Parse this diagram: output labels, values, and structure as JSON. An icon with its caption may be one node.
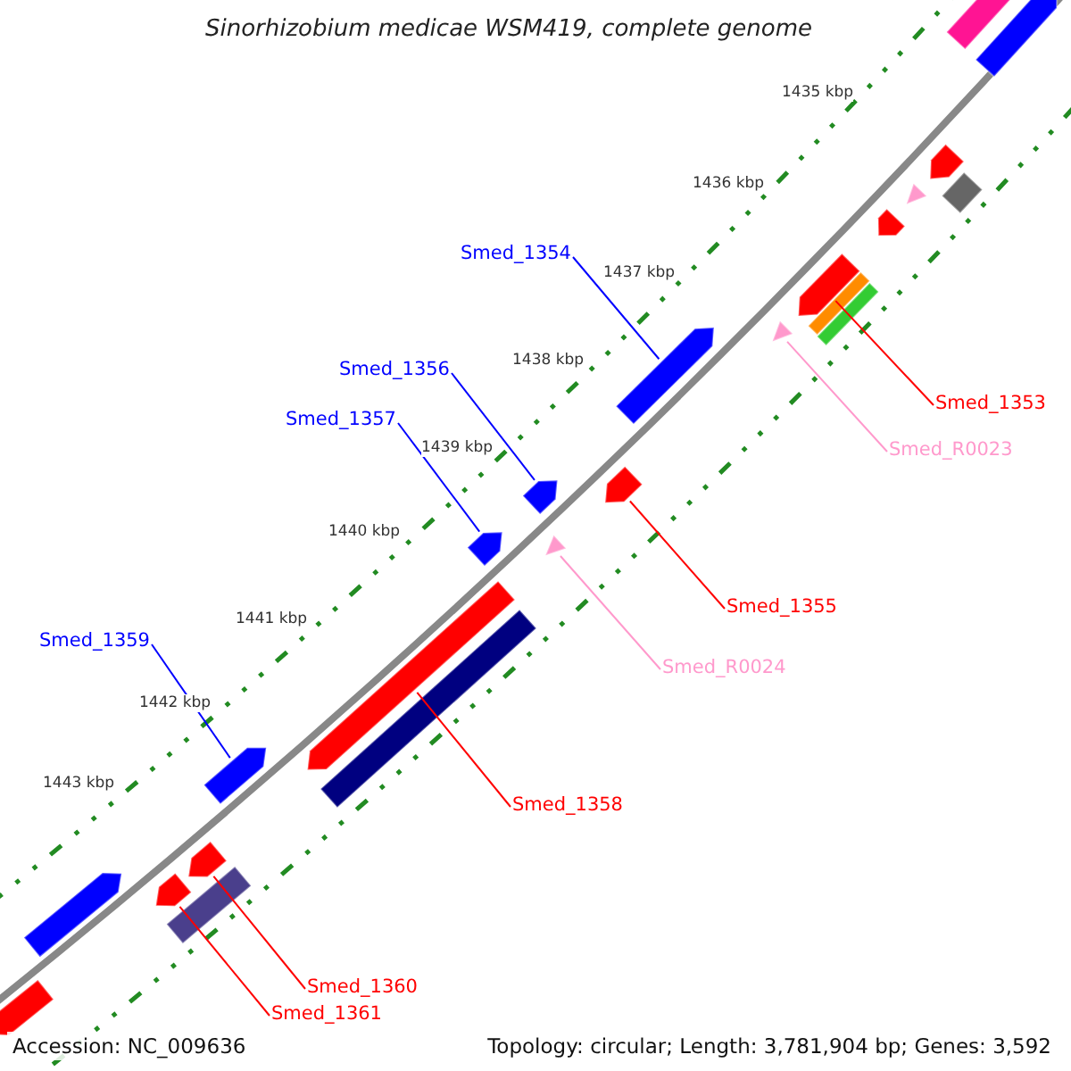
{
  "diagram": {
    "title": "Sinorhizobium medicae WSM419, complete genome",
    "nodes": [
      {
        "text": [
          "Smed_1354"
        ]
      },
      {
        "text": [
          "Smed_1356"
        ]
      },
      {
        "text": [
          "Smed_1353"
        ]
      },
      {
        "text": [
          "Smed_1357"
        ]
      },
      {
        "text": [
          "Smed_R0023"
        ]
      },
      {
        "text": [
          "Smed_1355"
        ]
      },
      {
        "text": [
          "Smed_1359"
        ]
      },
      {
        "text": [
          "Smed_R0024"
        ]
      },
      {
        "text": [
          "Smed_1358"
        ]
      },
      {
        "text": [
          "Smed_1360"
        ]
      },
      {
        "text": [
          "Smed_1361"
        ]
      },
      {
        "text": [],
        "shape": "bar"
      },
      {
        "text": [],
        "shape": "arrow"
      },
      {
        "text": [],
        "shape": "arrow"
      },
      {
        "text": [],
        "shape": "bar"
      },
      {
        "text": [],
        "shape": "triangle"
      },
      {
        "text": [],
        "shape": "arrow"
      },
      {
        "text": [],
        "shape": "arrow"
      },
      {
        "text": [],
        "shape": "bar"
      },
      {
        "text": [],
        "shape": "bar"
      },
      {
        "text": [],
        "shape": "triangle"
      },
      {
        "text": [],
        "shape": "arrow"
      },
      {
        "text": [],
        "shape": "arrow"
      },
      {
        "text": [],
        "shape": "arrow"
      },
      {
        "text": [],
        "shape": "arrow"
      },
      {
        "text": [],
        "shape": "triangle"
      },
      {
        "text": [],
        "shape": "arrow"
      },
      {
        "text": [],
        "shape": "bar"
      },
      {
        "text": [],
        "shape": "arrow"
      },
      {
        "text": [],
        "shape": "arrow"
      },
      {
        "text": [],
        "shape": "arrow"
      },
      {
        "text": [],
        "shape": "arrow"
      },
      {
        "text": [],
        "shape": "bar"
      },
      {
        "text": [],
        "shape": "arrow"
      }
    ],
    "edges": [
      {
        "from": 0,
        "to": 21,
        "arrow": "none",
        "color": "#0000ff"
      },
      {
        "from": 1,
        "to": 23,
        "arrow": "none",
        "color": "#0000ff"
      },
      {
        "from": 2,
        "to": 17,
        "arrow": "none"
      },
      {
        "from": 3,
        "to": 24,
        "arrow": "none",
        "color": "#0000ff"
      },
      {
        "from": 4,
        "to": 20,
        "arrow": "none",
        "color": "#ff99cc"
      },
      {
        "from": 5,
        "to": 22,
        "arrow": "none"
      },
      {
        "from": 6,
        "to": 28,
        "arrow": "none",
        "color": "#0000ff"
      },
      {
        "from": 7,
        "to": 25,
        "arrow": "none",
        "color": "#ff99cc"
      },
      {
        "from": 8,
        "to": 26,
        "arrow": "none"
      },
      {
        "from": 9,
        "to": 29,
        "arrow": "none"
      },
      {
        "from": 10,
        "to": 30,
        "arrow": "none"
      }
    ],
    "labels": [
      "1435 kbp",
      "1436 kbp",
      "1437 kbp",
      "1438 kbp",
      "1439 kbp",
      "1440 kbp",
      "1441 kbp",
      "1442 kbp",
      "1443 kbp",
      "Accession: NC_009636",
      "Topology: circular; Length: 3,781,904 bp; Genes: 3,592"
    ]
  }
}
